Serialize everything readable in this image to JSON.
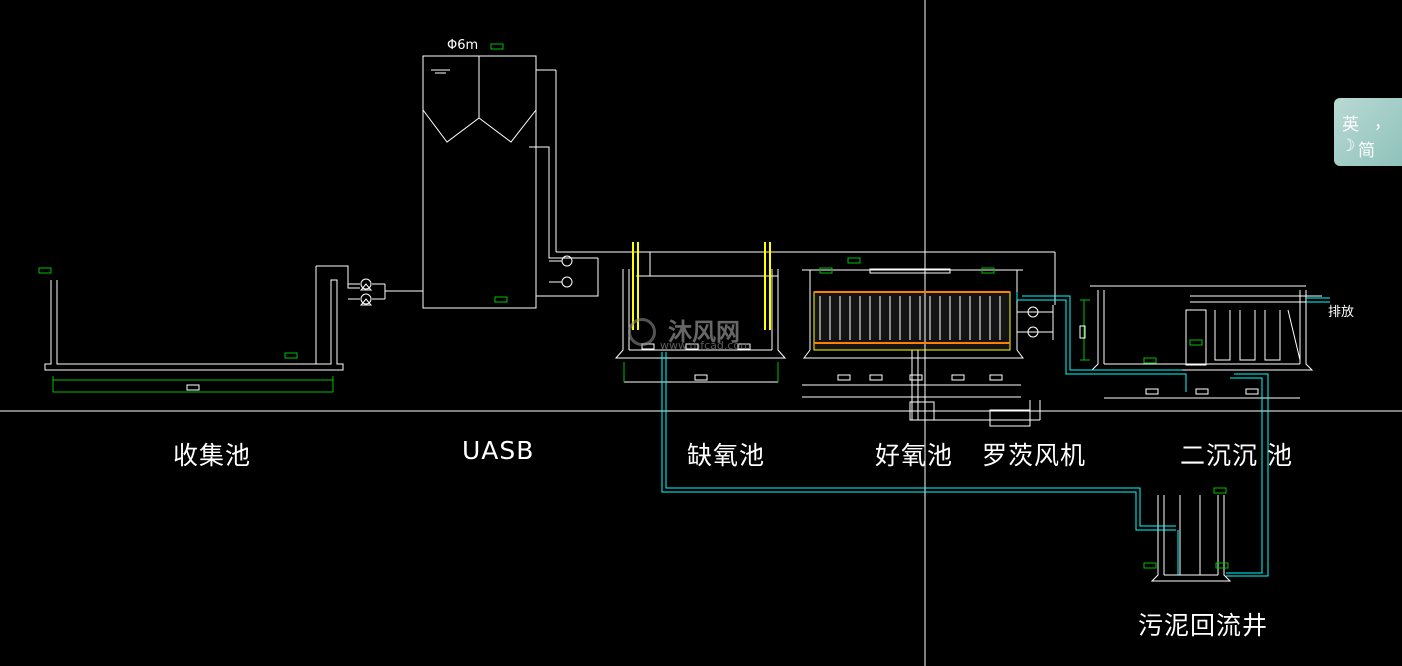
{
  "labels": {
    "collection": "收集池",
    "uasb": "UASB",
    "anoxic": "缺氧池",
    "aerobic": "好氧池",
    "blower": "罗茨风机",
    "secondary": "二沉沉  池",
    "sludge_return": "污泥回流井"
  },
  "annotations": {
    "diameter": "Φ6m",
    "discharge": "排放"
  },
  "watermark": {
    "text": "沐风网",
    "url": "www.mfcad.com"
  },
  "ime": {
    "lang": "英",
    "punct": "，",
    "mode": "简",
    "moon": "☽"
  },
  "colors": {
    "background": "#000000",
    "line": "#ffffff",
    "dimension": "#00c000",
    "pipe": "#00ffff",
    "highlight": "#ffff00",
    "orange": "#ff8000"
  }
}
